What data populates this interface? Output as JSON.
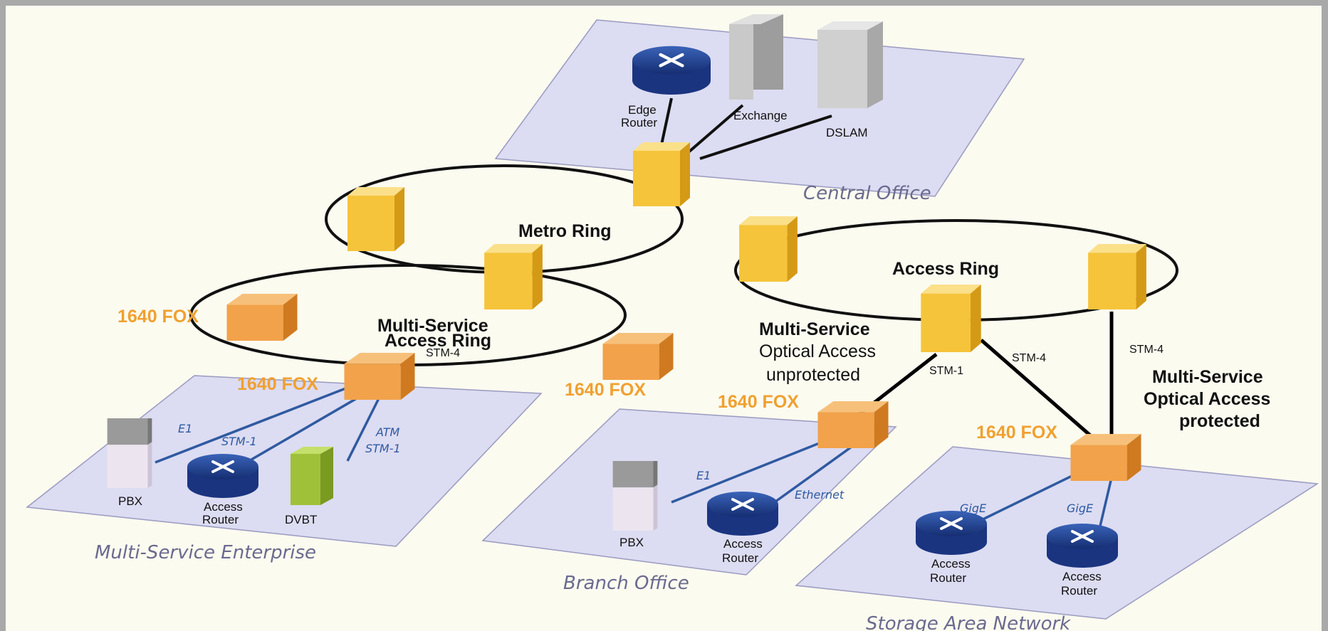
{
  "zones": {
    "central_office": "Central Office",
    "enterprise": "Multi-Service Enterprise",
    "branch": "Branch Office",
    "san": "Storage Area Network"
  },
  "rings": {
    "metro": "Metro Ring",
    "access": "Access Ring",
    "msar_line1": "Multi-Service",
    "msar_line2": "Access Ring"
  },
  "fox": {
    "left": "1640 FOX",
    "enterprise": "1640 FOX",
    "right_of_msar": "1640 FOX",
    "branch": "1640 FOX",
    "san": "1640 FOX"
  },
  "links": {
    "stm4_msar": "STM-4",
    "stm1_branch": "STM-1",
    "stm4_san_diag": "STM-4",
    "stm4_san_vert": "STM-4"
  },
  "access_labels": {
    "unprotected_1": "Multi-Service",
    "unprotected_2": "Optical Access",
    "unprotected_3": "unprotected",
    "protected_1": "Multi-Service",
    "protected_2": "Optical Access",
    "protected_3": "protected"
  },
  "devices": {
    "edge_router_1": "Edge",
    "edge_router_2": "Router",
    "exchange": "Exchange",
    "dslam": "DSLAM",
    "pbx_enterprise": "PBX",
    "access_router_ent_1": "Access",
    "access_router_ent_2": "Router",
    "dvbt": "DVBT",
    "pbx_branch": "PBX",
    "access_router_branch_1": "Access",
    "access_router_branch_2": "Router",
    "access_router_san1_1": "Access",
    "access_router_san1_2": "Router",
    "access_router_san2_1": "Access",
    "access_router_san2_2": "Router"
  },
  "interfaces": {
    "e1_ent": "E1",
    "stm1_ent": "STM-1",
    "atm": "ATM",
    "atm_stm1": "STM-1",
    "e1_branch": "E1",
    "ethernet": "Ethernet",
    "gige1": "GigE",
    "gige2": "GigE"
  },
  "colors": {
    "background": "#fbfbf0",
    "frame": "#a9a9a9",
    "zone_fill": "#dcdcf2",
    "node_yellow": "#f6c43b",
    "node_orange": "#f2a24a",
    "router_blue": "#1f3f92",
    "fox_label": "#f0a030",
    "iface_blue": "#2f5aa0",
    "dvbt_green": "#9fc13a"
  }
}
